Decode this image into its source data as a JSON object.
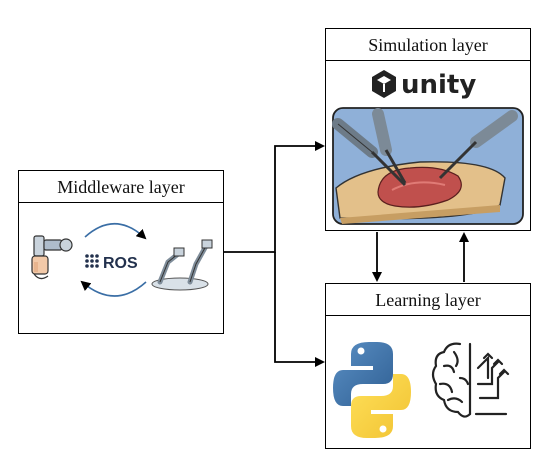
{
  "middleware": {
    "title": "Middleware layer",
    "logo_text": "ROS",
    "icons": [
      "robot-arm-left-icon",
      "robot-arm-right-icon",
      "cycle-arrows-icon"
    ]
  },
  "simulation": {
    "title": "Simulation layer",
    "logo_text": "unity",
    "scene": "surgical-instruments-on-tissue-icon"
  },
  "learning": {
    "title": "Learning layer",
    "icons": [
      "python-logo-icon",
      "brain-arrows-icon"
    ]
  },
  "colors": {
    "python_blue": "#3b6ea5",
    "python_yellow": "#f7d048",
    "scene_bg": "#8fb0d8",
    "tissue": "#c0504d",
    "board": "#e3c08a"
  }
}
